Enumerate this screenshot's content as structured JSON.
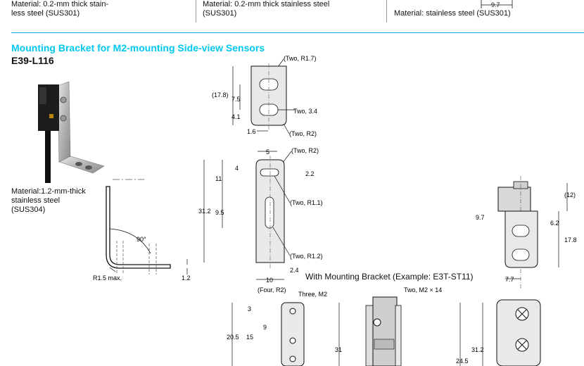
{
  "top_row": {
    "col1_material": [
      "Material: 0.2-mm thick stain-",
      "less steel (SUS301)"
    ],
    "col2_material": [
      "Material: 0.2-mm thick stainless steel",
      "(SUS301)"
    ],
    "col3_dim": "9.7",
    "col3_material": "Material: stainless steel (SUS301)"
  },
  "section": {
    "title": "Mounting Bracket for M2-mounting Side-view Sensors",
    "model": "E39-L116",
    "material": [
      "Material:1.2-mm-thick",
      "stainless steel",
      "(SUS304)"
    ]
  },
  "side_view": {
    "angle": "90°",
    "bend_radius": "R1.5 max.",
    "thickness": "1.2"
  },
  "top_drawing": {
    "two_r17": "(Two, R1.7)",
    "h_178": "(17.8)",
    "d_75": "7.5",
    "d_41": "4.1",
    "two_34": "Two, 3.4",
    "d_16": "1.6",
    "two_r2": "(Two, R2)"
  },
  "front_drawing": {
    "two_r2": "(Two, R2)",
    "d_5": "5",
    "d_4": "4",
    "d_22": "2.2",
    "d_11": "11",
    "d_312": "31.2",
    "two_r11": "(Two, R1.1)",
    "d_95": "9.5",
    "two_r12": "(Two, R1.2)",
    "d_24": "2.4",
    "d_10": "10"
  },
  "right_drawing": {
    "d_12": "(12)",
    "d_97": "9.7",
    "d_62": "6.2",
    "d_178": "17.8",
    "d_77": "7.7"
  },
  "bottom": {
    "example_caption": "With Mounting Bracket (Example: E3T-ST11)",
    "four_r2": "(Four, R2)",
    "three_m2": "Three, M2",
    "two_m2x14": "Two, M2 × 14",
    "d_3": "3",
    "d_9": "9",
    "d_205": "20.5",
    "d_15": "15",
    "d_31": "31",
    "d_245": "24.5",
    "d_312": "31.2"
  }
}
